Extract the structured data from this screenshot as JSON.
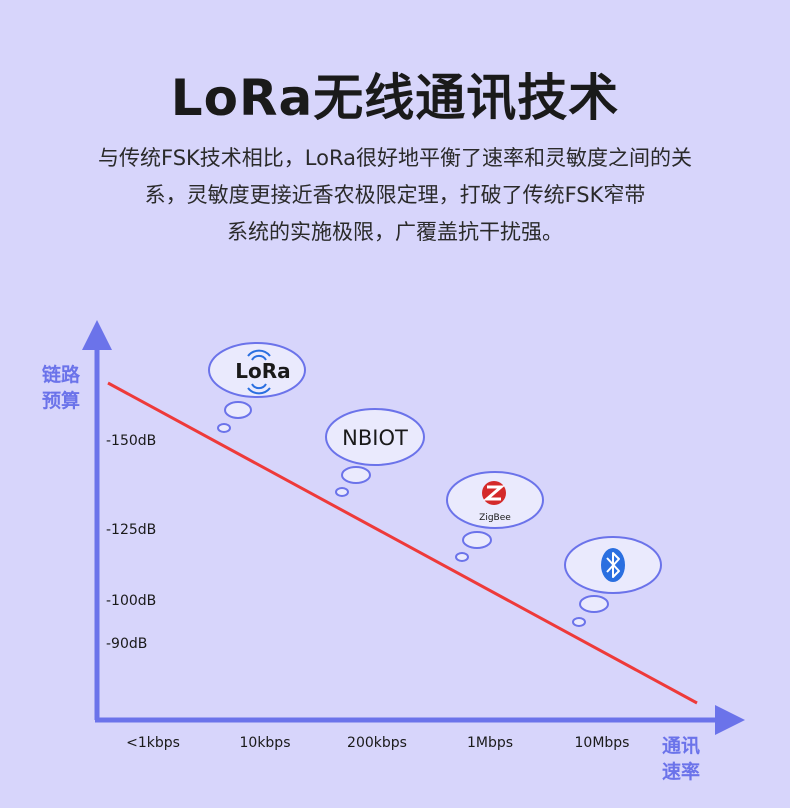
{
  "header": {
    "title": "LoRa无线通讯技术",
    "description_lines": [
      "与传统FSK技术相比，LoRa很好地平衡了速率和灵敏度之间的关",
      "系，灵敏度更接近香农极限定理，打破了传统FSK窄带",
      "系统的实施极限，广覆盖抗干扰强。"
    ]
  },
  "chart_data": {
    "type": "line",
    "ylabel": "链路\n预算",
    "ylabel_lines": [
      "链路",
      "预算"
    ],
    "xlabel_lines": [
      "通讯",
      "速率"
    ],
    "x_categories": [
      "<1kbps",
      "10kbps",
      "200kbps",
      "1Mbps",
      "10Mbps"
    ],
    "y_ticks": [
      "-150dB",
      "-125dB",
      "-100dB",
      "-90dB"
    ],
    "line_color": "#ee3a3a",
    "axis_color": "#6b73ea",
    "technologies": [
      {
        "name": "LoRa",
        "icon": "lora-logo"
      },
      {
        "name": "NBIOT",
        "icon": "text"
      },
      {
        "name": "ZigBee",
        "icon": "zigbee-logo"
      },
      {
        "name": "Bluetooth",
        "icon": "bluetooth-icon"
      }
    ]
  },
  "logos": {
    "lora_text": "LoRa",
    "nbiot_text": "NBIOT",
    "zigbee_text": "ZigBee"
  },
  "colors": {
    "background": "#d7d5fb",
    "bubble_fill": "#eaeafd",
    "bubble_stroke": "#6b73ea",
    "bluetooth_blue": "#2a6fe0",
    "zigbee_red": "#d42a2a"
  }
}
